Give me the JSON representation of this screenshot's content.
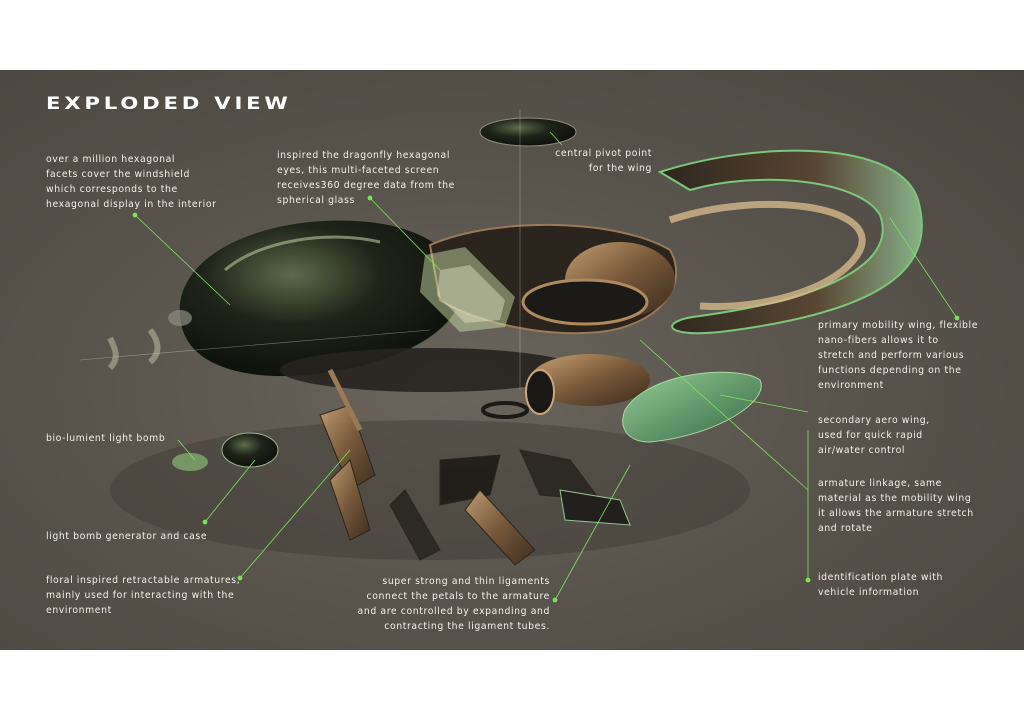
{
  "title": "EXPLODED VIEW",
  "annotations": {
    "windshield": "over a million hexagonal\nfacets cover the windshield\nwhich corresponds to the\nhexagonal display in the interior",
    "screen": "inspired the dragonfly hexagonal\neyes, this multi-faceted screen\nreceives360 degree data from the\nspherical glass",
    "pivot": "central pivot point\nfor the wing",
    "primary_wing": "primary mobility wing, flexible\nnano-fibers allows it to\nstretch and perform various\nfunctions depending on the\nenvironment",
    "secondary_wing": "secondary aero wing,\nused for quick rapid\nair/water control",
    "armature_linkage": "armature linkage, same\nmaterial as the mobility wing\nit allows the armature stretch\nand rotate",
    "id_plate": "identification plate with\nvehicle information",
    "light_bomb": "bio-lumient light bomb",
    "generator": "light bomb generator and case",
    "floral": "floral inspired retractable armatures,\nmainly used for interacting with the\nenvironment",
    "ligaments": "super strong and thin ligaments\nconnect the petals to the armature\nand are controlled by expanding and\ncontracting the ligament tubes."
  },
  "colors": {
    "accent_line": "#7ee35a",
    "background": "#57524a",
    "text": "#f2f2ee"
  }
}
